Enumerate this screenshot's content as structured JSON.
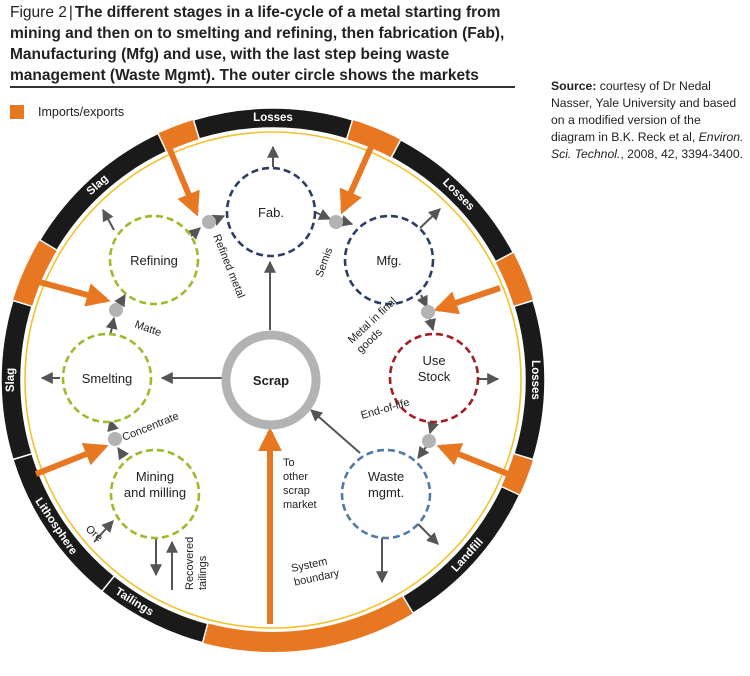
{
  "title": {
    "figure": "Figure 2",
    "separator": "|",
    "text": "The different stages in a life-cycle of a metal starting from mining and then on to smelting and refining, then fabrication (Fab), Manufacturing (Mfg) and use, with the last step being waste management (Waste Mgmt). The outer circle shows the markets"
  },
  "source": {
    "label": "Source:",
    "text_before": " courtesy of Dr Nedal Nasser, Yale University and based on a modified version of the diagram in B.K. Reck et al, ",
    "journal": "Environ. Sci. Technol.",
    "text_after": ", 2008, 42, 3394-3400."
  },
  "legend": {
    "label": "Imports/exports",
    "color": "#e87722"
  },
  "colors": {
    "orange": "#e87722",
    "black_segment": "#1a1a1a",
    "boundary": "#f2c230",
    "green": "#9bbb2a",
    "navy": "#2c3e66",
    "red": "#a01e24",
    "blue": "#4e7ba8",
    "grey": "#b3b3b3",
    "arrow": "#555555"
  },
  "outer_ring": [
    {
      "label": "Losses",
      "color": "black",
      "angle": 0
    },
    {
      "label": "Losses",
      "color": "black",
      "angle": 45
    },
    {
      "label": "Losses",
      "color": "black",
      "angle": 90
    },
    {
      "label": "Landfill",
      "color": "black",
      "angle": 132
    },
    {
      "label": "Tailings",
      "color": "black",
      "angle": 212
    },
    {
      "label": "Lithosphere",
      "color": "black",
      "angle": 236
    },
    {
      "label": "Slag",
      "color": "black",
      "angle": 270
    },
    {
      "label": "Slag",
      "color": "black",
      "angle": 318
    }
  ],
  "center": {
    "label": "Scrap"
  },
  "stages": [
    {
      "id": "fab",
      "label": "Fab.",
      "color": "navy"
    },
    {
      "id": "mfg",
      "label": "Mfg.",
      "color": "navy"
    },
    {
      "id": "use",
      "label": "Use\nStock",
      "color": "red"
    },
    {
      "id": "waste",
      "label": "Waste\nmgmt.",
      "color": "blue"
    },
    {
      "id": "mining",
      "label": "Mining\nand milling",
      "color": "green"
    },
    {
      "id": "smelting",
      "label": "Smelting",
      "color": "green"
    },
    {
      "id": "refining",
      "label": "Refining",
      "color": "green"
    }
  ],
  "flow_labels": {
    "refined_metal": "Refined metal",
    "semis": "Semis",
    "metal_in_final_goods": "Metal in final\ngoods",
    "end_of_life": "End-of-life",
    "matte": "Matte",
    "concentrate": "Concentrate",
    "ore": "Ore",
    "recovered_tailings": "Recovered\ntailings",
    "system_boundary": "System\nboundary",
    "to_other_scrap_market": "To\nother\nscrap\nmarket"
  }
}
